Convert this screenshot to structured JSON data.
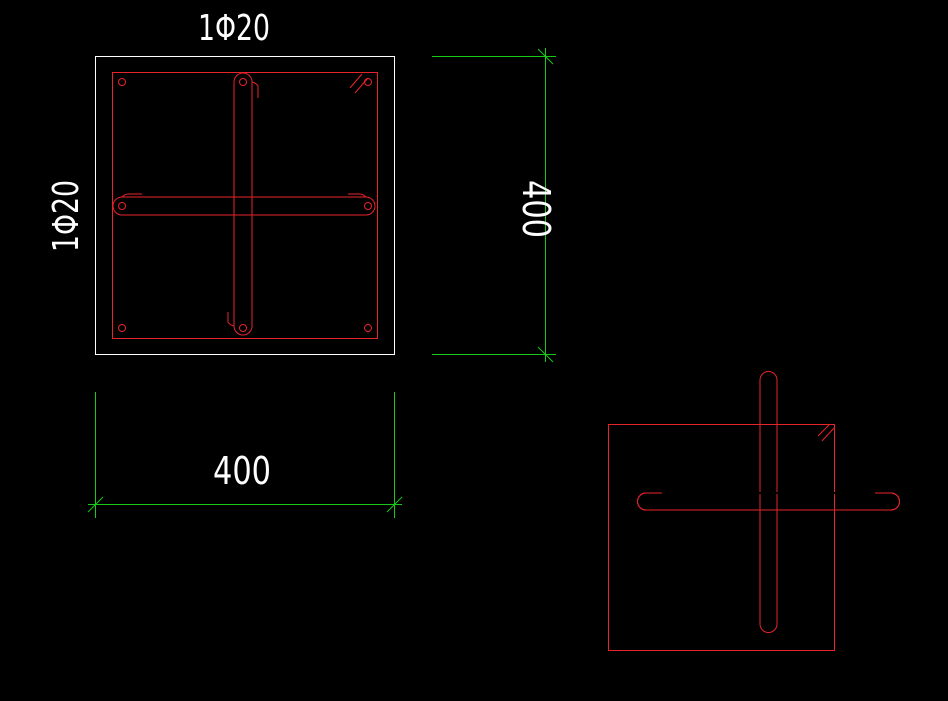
{
  "colors": {
    "background": "#000000",
    "outline": "#ffffff",
    "rebar": "#e8232c",
    "dimension": "#19c819",
    "text": "#ffffff"
  },
  "section": {
    "top_rebar_label": "1Φ20",
    "side_rebar_label": "1Φ20"
  },
  "dimensions": {
    "height_value": "400",
    "width_value": "400"
  }
}
